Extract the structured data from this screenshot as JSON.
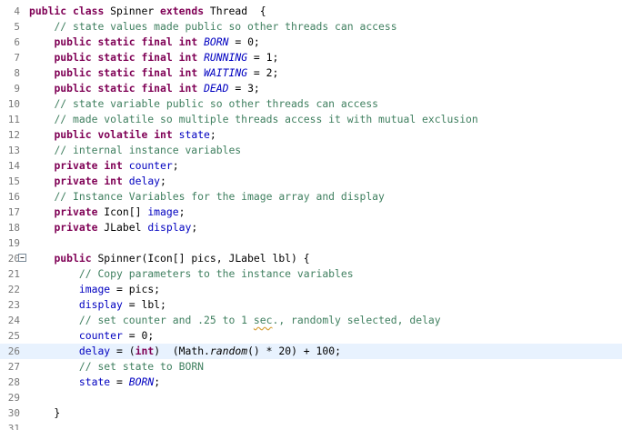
{
  "editor": {
    "fold_icon": "collapse-icon",
    "lines": [
      {
        "n": "4",
        "code": "public class Spinner extends Thread  {"
      },
      {
        "n": "5",
        "code": "    // state values made public so other threads can access"
      },
      {
        "n": "6",
        "code": "    public static final int BORN = 0;"
      },
      {
        "n": "7",
        "code": "    public static final int RUNNING = 1;"
      },
      {
        "n": "8",
        "code": "    public static final int WAITING = 2;"
      },
      {
        "n": "9",
        "code": "    public static final int DEAD = 3;"
      },
      {
        "n": "10",
        "code": "    // state variable public so other threads can access"
      },
      {
        "n": "11",
        "code": "    // made volatile so multiple threads access it with mutual exclusion"
      },
      {
        "n": "12",
        "code": "    public volatile int state;"
      },
      {
        "n": "13",
        "code": "    // internal instance variables"
      },
      {
        "n": "14",
        "code": "    private int counter;"
      },
      {
        "n": "15",
        "code": "    private int delay;"
      },
      {
        "n": "16",
        "code": "    // Instance Variables for the image array and display"
      },
      {
        "n": "17",
        "code": "    private Icon[] image;"
      },
      {
        "n": "18",
        "code": "    private JLabel display;"
      },
      {
        "n": "19",
        "code": ""
      },
      {
        "n": "20",
        "code": "    public Spinner(Icon[] pics, JLabel lbl) {"
      },
      {
        "n": "21",
        "code": "        // Copy parameters to the instance variables"
      },
      {
        "n": "22",
        "code": "        image = pics;"
      },
      {
        "n": "23",
        "code": "        display = lbl;"
      },
      {
        "n": "24",
        "code": "        // set counter and .25 to 1 sec., randomly selected, delay"
      },
      {
        "n": "25",
        "code": "        counter = 0;"
      },
      {
        "n": "26",
        "code": "        delay = (int)  (Math.random() * 20) + 100;"
      },
      {
        "n": "27",
        "code": "        // set state to BORN"
      },
      {
        "n": "28",
        "code": "        state = BORN;"
      },
      {
        "n": "29",
        "code": ""
      },
      {
        "n": "30",
        "code": "    }"
      },
      {
        "n": "31",
        "code": ""
      }
    ]
  }
}
